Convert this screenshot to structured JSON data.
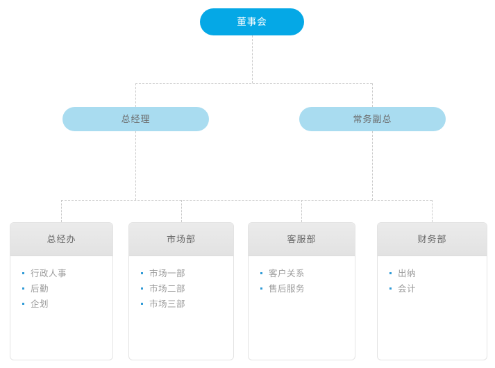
{
  "chart": {
    "type": "org-chart",
    "root": {
      "label": "董事会",
      "color": "#05a8e6",
      "text_color": "#ffffff"
    },
    "level2": [
      {
        "label": "总经理",
        "color": "#a9dcf0",
        "text_color": "#6b6b6b"
      },
      {
        "label": "常务副总",
        "color": "#a9dcf0",
        "text_color": "#6b6b6b"
      }
    ],
    "departments": [
      {
        "title": "总经办",
        "items": [
          "行政人事",
          "后勤",
          "企划"
        ]
      },
      {
        "title": "市场部",
        "items": [
          "市场一部",
          "市场二部",
          "市场三部"
        ]
      },
      {
        "title": "客服部",
        "items": [
          "客户关系",
          "售后服务"
        ]
      },
      {
        "title": "财务部",
        "items": [
          "出纳",
          "会计"
        ]
      }
    ],
    "connector_color": "#c9c9c9",
    "bullet_color": "#2f9ad6"
  }
}
